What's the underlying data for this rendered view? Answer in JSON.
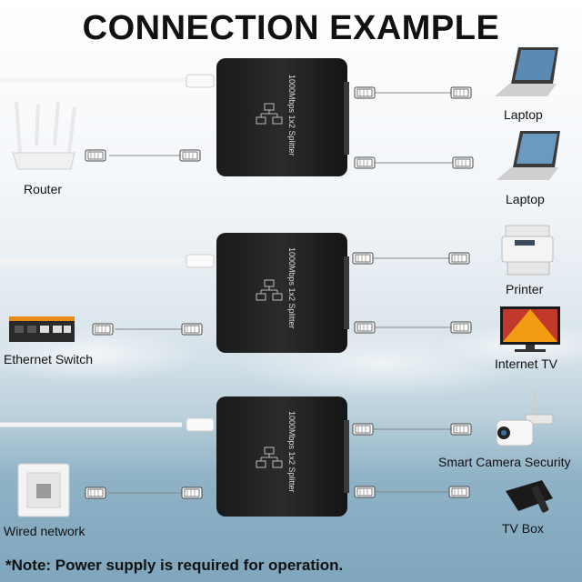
{
  "title": "CONNECTION EXAMPLE",
  "rows": [
    {
      "splitter_label": "1000Mbps 1x2 Splitter",
      "left_label": "Router",
      "right_top_label": "Laptop",
      "right_bottom_label": "Laptop",
      "left_icon": "router-icon",
      "right_top_icon": "laptop-icon",
      "right_bottom_icon": "laptop-icon"
    },
    {
      "splitter_label": "1000Mbps 1x2 Splitter",
      "left_label": "Ethernet Switch",
      "right_top_label": "Printer",
      "right_bottom_label": "Internet TV",
      "left_icon": "ethernet-switch-icon",
      "right_top_icon": "printer-icon",
      "right_bottom_icon": "tv-icon"
    },
    {
      "splitter_label": "1000Mbps 1x2 Splitter",
      "left_label": "Wired network",
      "right_top_label": "Smart Camera Security",
      "right_bottom_label": "TV Box",
      "left_icon": "wall-socket-icon",
      "right_top_icon": "security-camera-icon",
      "right_bottom_icon": "tv-box-icon"
    }
  ],
  "note": "*Note: Power supply is required for operation."
}
